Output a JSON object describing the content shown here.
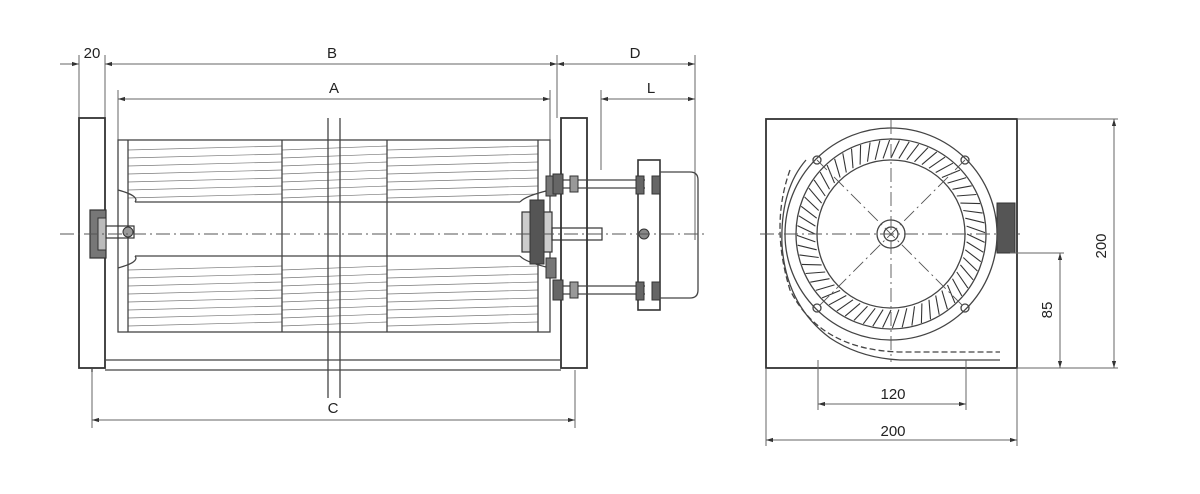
{
  "dimensions": {
    "dim_20": "20",
    "dim_b": "B",
    "dim_a": "A",
    "dim_d": "D",
    "dim_l": "L",
    "dim_c": "C",
    "dim_120": "120",
    "dim_200_width": "200",
    "dim_200_height": "200",
    "dim_85": "85"
  },
  "colors": {
    "line": "#444444",
    "background": "#ffffff"
  }
}
